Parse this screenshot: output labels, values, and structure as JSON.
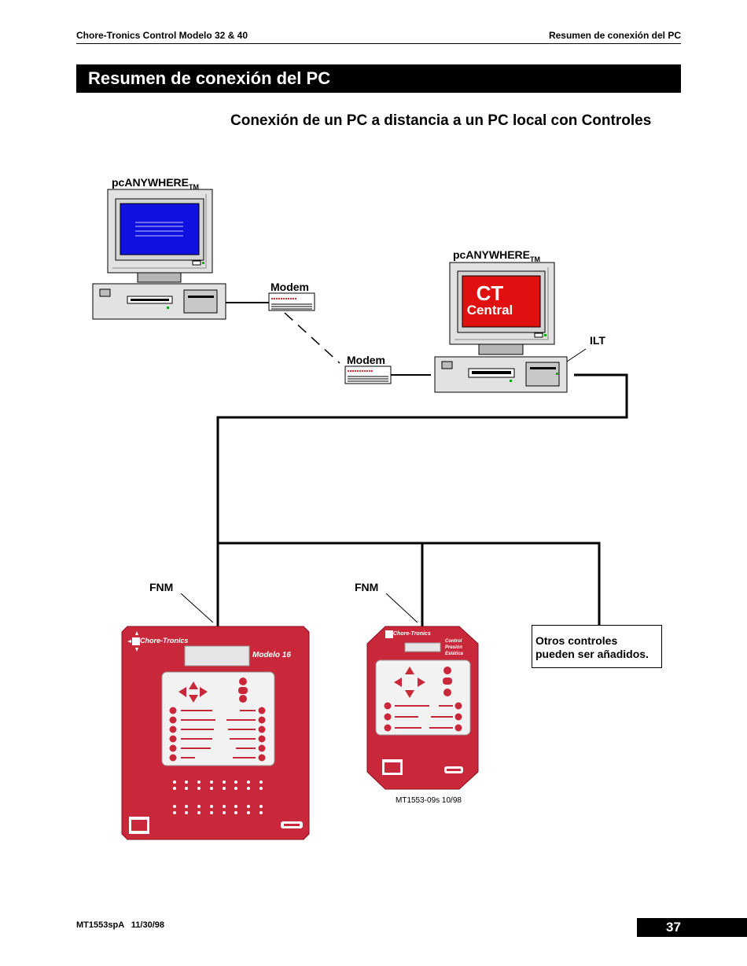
{
  "header": {
    "left": "Chore-Tronics Control Modelo 32 & 40",
    "right": "Resumen de conexión del PC"
  },
  "section_title": "Resumen de conexión del PC",
  "subtitle": "Conexión de un PC a distancia a un PC local con Controles",
  "diagram": {
    "pc_remote_label": "pcANYWHERE",
    "pc_local_label": "pcANYWHERE",
    "tm": "TM",
    "modem1_label": "Modem",
    "modem2_label": "Modem",
    "ct_line1": "CT",
    "ct_line2": "Central",
    "ilt_label": "ILT",
    "fnm1_label": "FNM",
    "fnm2_label": "FNM",
    "brand_name": "Chore-Tronics",
    "model16_label": "Modelo 16",
    "control_label": "Control Presión Estática",
    "otros_text": "Otros controles pueden ser añadidos.",
    "caption": "MT1553-09s 10/98"
  },
  "colors": {
    "panel_red": "#c8283a",
    "screen_blue": "#1010e0",
    "screen_red": "#e01010",
    "pc_gray": "#e2e2e2"
  },
  "footer": {
    "doc_id": "MT1553spA",
    "date": "11/30/98",
    "page_number": "37"
  }
}
